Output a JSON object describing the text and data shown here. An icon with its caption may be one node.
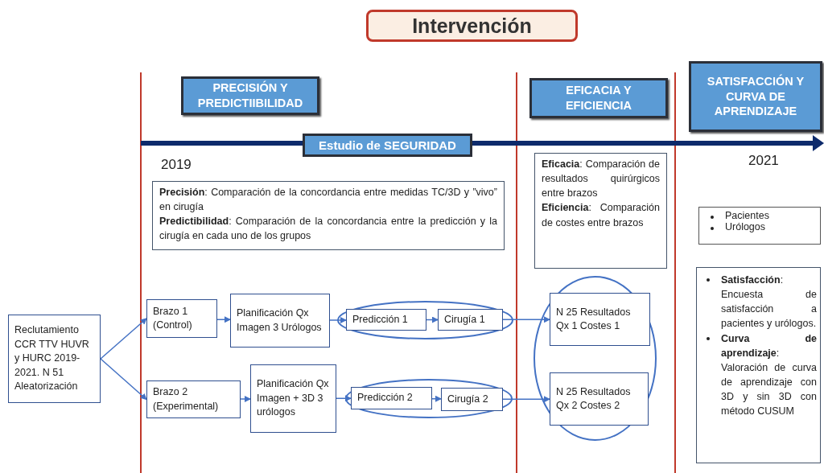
{
  "diagram": {
    "title": "Intervención",
    "nodes": [
      {
        "text": [
          "PRECISIÓN Y PREDICTIIBILIDAD"
        ]
      },
      {
        "text": [
          "EFICACIA Y EFICIENCIA"
        ]
      },
      {
        "text": [
          "SATISFACCIÓN Y CURVA DE APRENDIZAJE"
        ]
      },
      {
        "text": [
          "Estudio de SEGURIDAD"
        ]
      },
      {
        "text": [
          "**Precisión**: Comparación de la concordancia entre medidas TC/3D y ”vivo” en cirugía",
          "**Predictibilidad**: Comparación de la concordancia entre la predicción y la cirugía en cada uno de los grupos"
        ]
      },
      {
        "text": [
          "**Eficacia**: Comparación de resultados quirúrgicos entre brazos",
          "**Eficiencia**: Comparación de costes entre brazos"
        ]
      },
      {
        "text": [
          "Pacientes",
          "Urólogos"
        ]
      },
      {
        "text": [
          "**Satisfacción**: Encuesta de satisfacción a pacientes y urólogos.",
          "**Curva de aprendizaje**: Valoración de curva de aprendizaje con 3D y sin 3D con método CUSUM"
        ]
      },
      {
        "text": [
          "Reclutamiento CCR TTV HUVR y HURC 2019-2021. N 51 Aleatorización"
        ]
      },
      {
        "text": [
          "Brazo 1 (Control)"
        ]
      },
      {
        "text": [
          "Planificación Qx Imagen 3 Urólogos"
        ]
      },
      {
        "text": [],
        "shape": "ellipse"
      },
      {
        "text": [
          "Predicción 1"
        ],
        "in": 11
      },
      {
        "text": [
          "Cirugía 1"
        ],
        "in": 11
      },
      {
        "text": [
          "Brazo 2 (Experimental)"
        ]
      },
      {
        "text": [
          "Planificación Qx Imagen + 3D 3 urólogos"
        ]
      },
      {
        "text": [],
        "shape": "ellipse"
      },
      {
        "text": [
          "Predicción 2"
        ],
        "in": 16
      },
      {
        "text": [
          "Cirugía 2"
        ],
        "in": 16
      },
      {
        "text": [],
        "shape": "ellipse"
      },
      {
        "text": [
          "N 25 Resultados Qx 1 Costes 1"
        ],
        "in": 19
      },
      {
        "text": [
          "N 25 Resultados Qx 2 Costes 2"
        ],
        "in": 19
      }
    ],
    "edges": [
      {
        "from": 8,
        "to": 9,
        "arrow": "to"
      },
      {
        "from": 8,
        "to": 14,
        "arrow": "to"
      },
      {
        "from": 9,
        "to": 10,
        "arrow": "to"
      },
      {
        "from": 10,
        "to": 12,
        "arrow": "to"
      },
      {
        "from": 12,
        "to": 13,
        "arrow": "to"
      },
      {
        "from": 13,
        "to": 20,
        "arrow": "to"
      },
      {
        "from": 14,
        "to": 15,
        "arrow": "to"
      },
      {
        "from": 15,
        "to": 17,
        "arrow": "to"
      },
      {
        "from": 17,
        "to": 18,
        "arrow": "to"
      },
      {
        "from": 18,
        "to": 21,
        "arrow": "to"
      }
    ],
    "labels": [
      "2019",
      "2021"
    ]
  }
}
